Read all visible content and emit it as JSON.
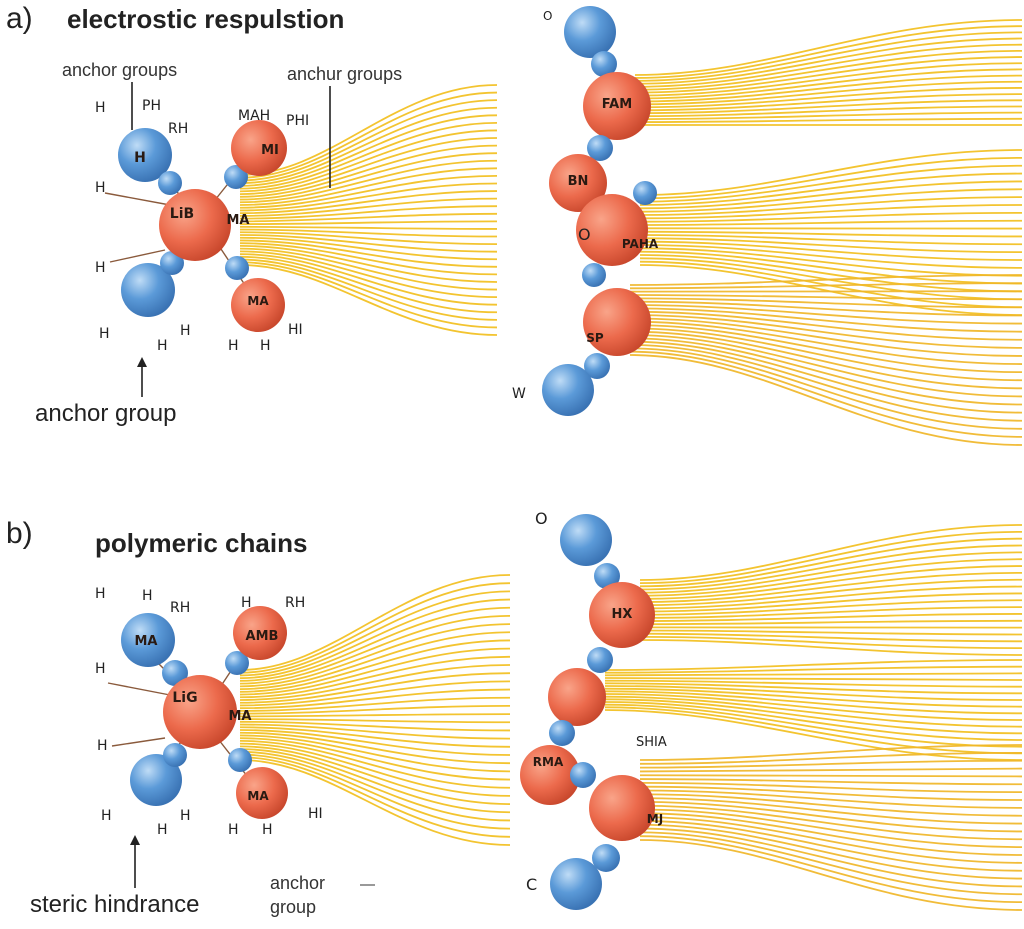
{
  "panel_a": {
    "letter": "a)",
    "title": "electrostic respulstion",
    "labels": {
      "anchor_groups_left": "anchor groups",
      "anchur_groups": "anchur groups",
      "anchor_group_bottom": "anchor group"
    }
  },
  "panel_b": {
    "letter": "b)",
    "title": "polymeric chains",
    "labels": {
      "steric_hindrance": "steric hindrance",
      "anchor_group_line1": "anchor",
      "anchor_group_line2": "group"
    }
  },
  "colors": {
    "fibre": "#f2bf1e",
    "red_atom": "#ec6a4c",
    "blue_atom": "#5b9ad8",
    "text": "#222222"
  },
  "atoms": [
    {
      "id": "a-left-big-red",
      "type": "red",
      "text": "LiB"
    },
    {
      "id": "a-left-red-top",
      "type": "red",
      "text": "MI"
    },
    {
      "id": "a-left-red-bottom",
      "type": "red",
      "text": "MA"
    },
    {
      "id": "a-left-blue-top",
      "type": "blue",
      "text": "H"
    },
    {
      "id": "a-left-blue-bottom",
      "type": "blue",
      "text": ""
    },
    {
      "id": "a-right-red-1",
      "type": "red",
      "text": "FAM"
    },
    {
      "id": "a-right-red-2",
      "type": "red",
      "text": "BN"
    },
    {
      "id": "a-right-red-3",
      "type": "red",
      "text": "PAHA"
    },
    {
      "id": "a-right-red-4",
      "type": "red",
      "text": "SP"
    },
    {
      "id": "b-left-big-red",
      "type": "red",
      "text": "LiG"
    },
    {
      "id": "b-left-red-top",
      "type": "red",
      "text": "AMB"
    },
    {
      "id": "b-left-red-bottom",
      "type": "red",
      "text": "MA"
    },
    {
      "id": "b-left-blue-top",
      "type": "blue",
      "text": "MA"
    },
    {
      "id": "b-right-red-1",
      "type": "red",
      "text": "HX"
    },
    {
      "id": "b-right-red-3",
      "type": "red",
      "text": "RMA"
    },
    {
      "id": "b-right-red-4",
      "type": "red",
      "text": "MJ"
    }
  ],
  "small_labels": {
    "a_left": [
      "H",
      "PH",
      "RH",
      "H",
      "H",
      "H",
      "H",
      "H",
      "H",
      "PHI",
      "MAH",
      "H",
      "HI",
      "MA"
    ],
    "a_right": [
      "O",
      "O",
      "W"
    ],
    "b_left": [
      "H",
      "H",
      "RH",
      "H",
      "H",
      "H",
      "H",
      "H",
      "H",
      "RH",
      "MA",
      "H",
      "H",
      "HI"
    ],
    "b_right": [
      "O",
      "SHIA",
      "C"
    ]
  }
}
